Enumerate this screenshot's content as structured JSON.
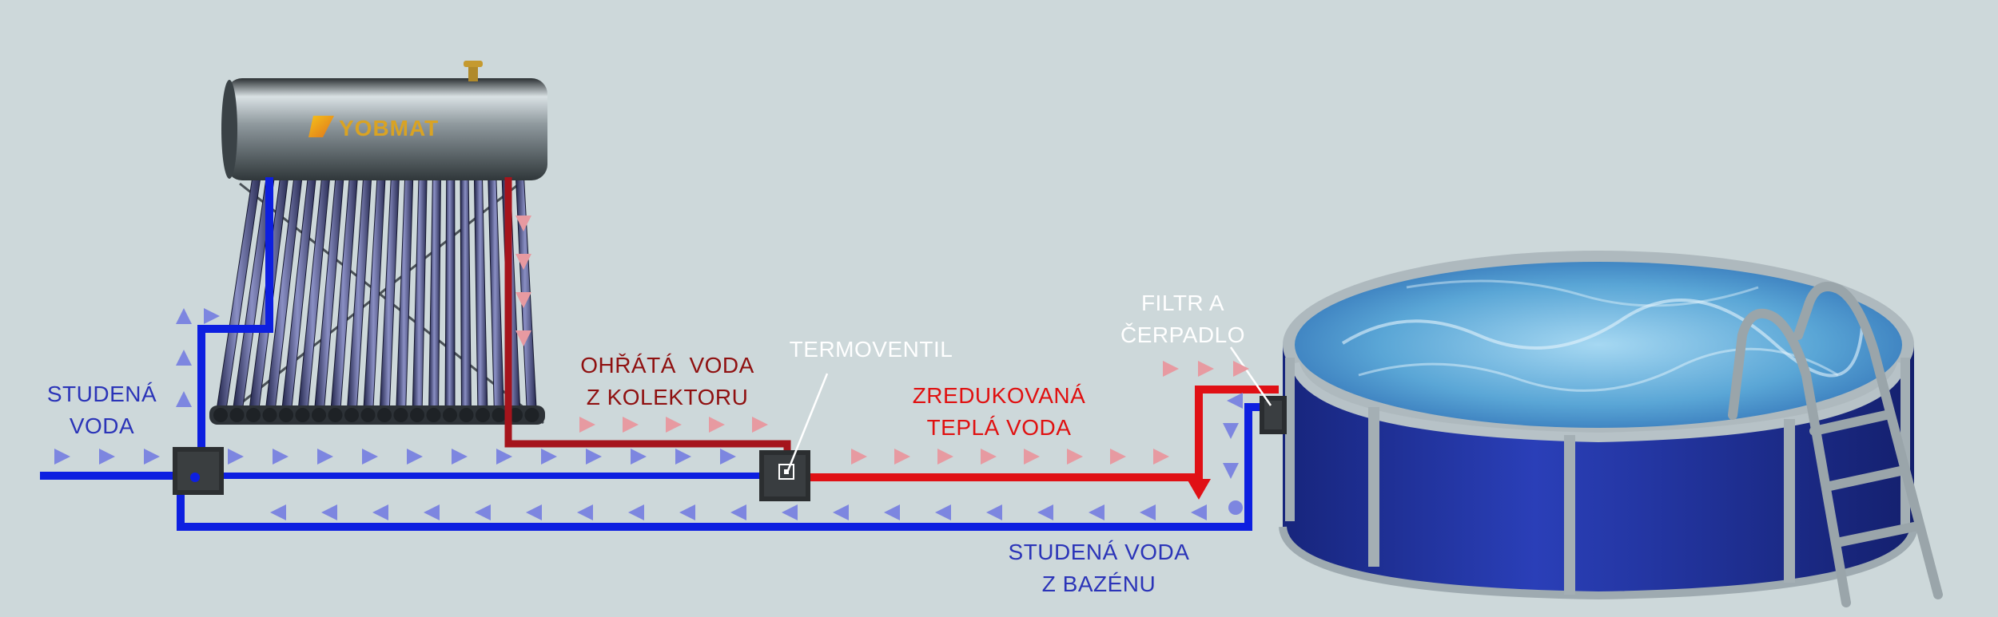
{
  "labels": {
    "cold_water": [
      "STUDENÁ",
      "VODA"
    ],
    "heated_water": [
      "OHŘÁTÁ  VODA",
      "Z KOLEKTORU"
    ],
    "thermovalve": "TERMOVENTIL",
    "reduced_water": [
      "ZREDUKOVANÁ",
      "TEPLÁ VODA"
    ],
    "filter_pump": [
      "FILTR A",
      "ČERPADLO"
    ],
    "pool_return": [
      "STUDENÁ VODA",
      "Z BAZÉNU"
    ],
    "brand": "YOBMAT"
  },
  "colors": {
    "background": "#cdd8da",
    "cold_pipe": "#0d1fe0",
    "hot_pipe": "#a5141c",
    "warm_pipe": "#e01015",
    "cold_label": "#2b34b8",
    "hot_label": "#8f1010",
    "warm_label": "#e01010",
    "white_label": "#ffffff",
    "cold_arrow": "#7d86e0",
    "warm_arrow": "#e79aa1",
    "pool_wall": "#1d2f9c",
    "pool_water": "#6fb2dd",
    "pool_frame": "#a9b4b9"
  },
  "icons": [
    "solar-collector-icon",
    "thermovalve-icon",
    "junction-box-icon",
    "filter-pump-icon",
    "pool-icon",
    "pool-ladder-icon",
    "flow-arrow-icon"
  ]
}
